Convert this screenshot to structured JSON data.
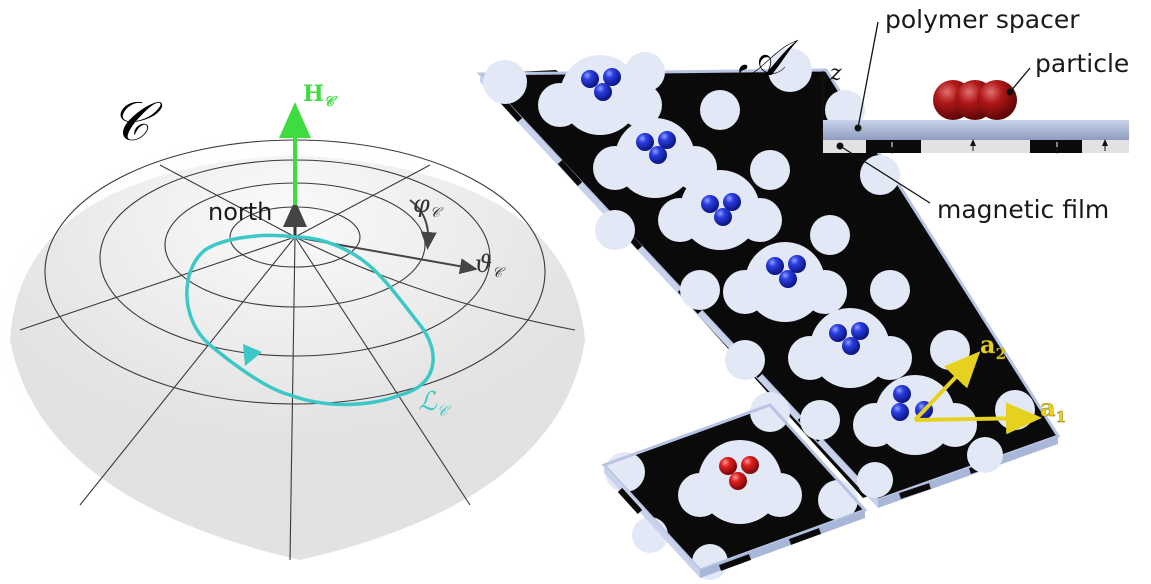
{
  "left_panel": {
    "space_label": "𝒞",
    "field_label": "H",
    "field_subscript": "𝒞",
    "north_label": "north",
    "phi_label": "φ",
    "phi_subscript": "𝒞",
    "theta_label": "ϑ",
    "theta_subscript": "𝒞",
    "loop_label": "ℒ",
    "loop_subscript": "𝒞",
    "colors": {
      "field": "#3fdc3f",
      "loop": "#3cc8c6",
      "sphere": "#d8d8d8",
      "grid": "#3a3a3a"
    }
  },
  "right_panel": {
    "space_label": "𝒜",
    "a1_label": "a",
    "a1_subscript": "1",
    "a2_label": "a",
    "a2_subscript": "2",
    "colors": {
      "pattern_dark": "#0a0a0a",
      "pattern_light": "#e3e8f6",
      "colloid_blue": "#1e2fd0",
      "colloid_red": "#d41a1a",
      "lattice_vector": "#e6d21e"
    }
  },
  "inset": {
    "z_label": "z",
    "polymer_label": "polymer spacer",
    "particle_label": "particle",
    "film_label": "magnetic film"
  }
}
